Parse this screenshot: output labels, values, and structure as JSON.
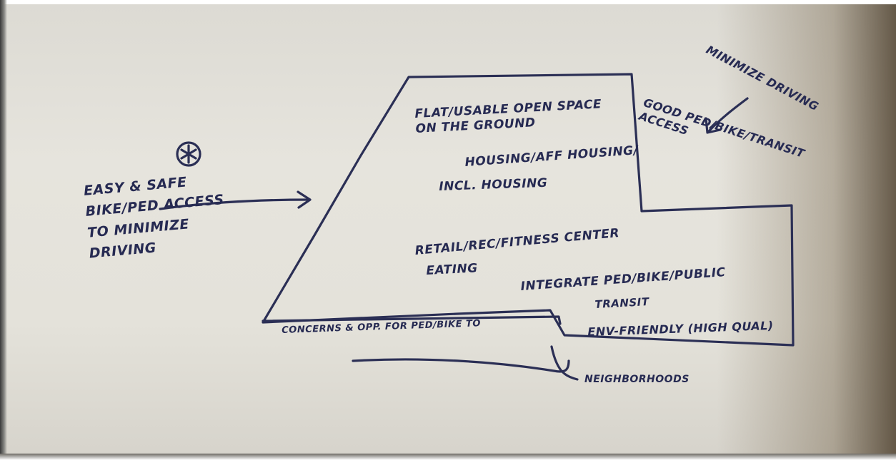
{
  "notes": {
    "open_space": "FLAT/USABLE OPEN SPACE\nON THE GROUND",
    "housing": "HOUSING/AFF HOUSING/",
    "incl_housing": "INCL. HOUSING",
    "retail": "RETAIL/REC/FITNESS CENTER",
    "eating": "EATING",
    "integrate": "INTEGRATE PED/BIKE/PUBLIC",
    "transit": "TRANSIT",
    "env_friendly": "ENV-FRIENDLY (HIGH QUAL)",
    "concerns": "CONCERNS & OPP. FOR PED/BIKE TO",
    "neighborhoods": "NEIGHBORHOODS",
    "good_access": "GOOD PED/BIKE/TRANSIT\nACCESS",
    "minimize_driving": "MINIMIZE DRIVING",
    "easy_safe": "EASY & SAFE\nBIKE/PED ACCESS\nTO MINIMIZE\nDRIVING"
  },
  "colors": {
    "ink": "#2b2f55",
    "paper": "#e4e2da"
  },
  "icons": {
    "marker": "asterisk-circle-icon"
  }
}
